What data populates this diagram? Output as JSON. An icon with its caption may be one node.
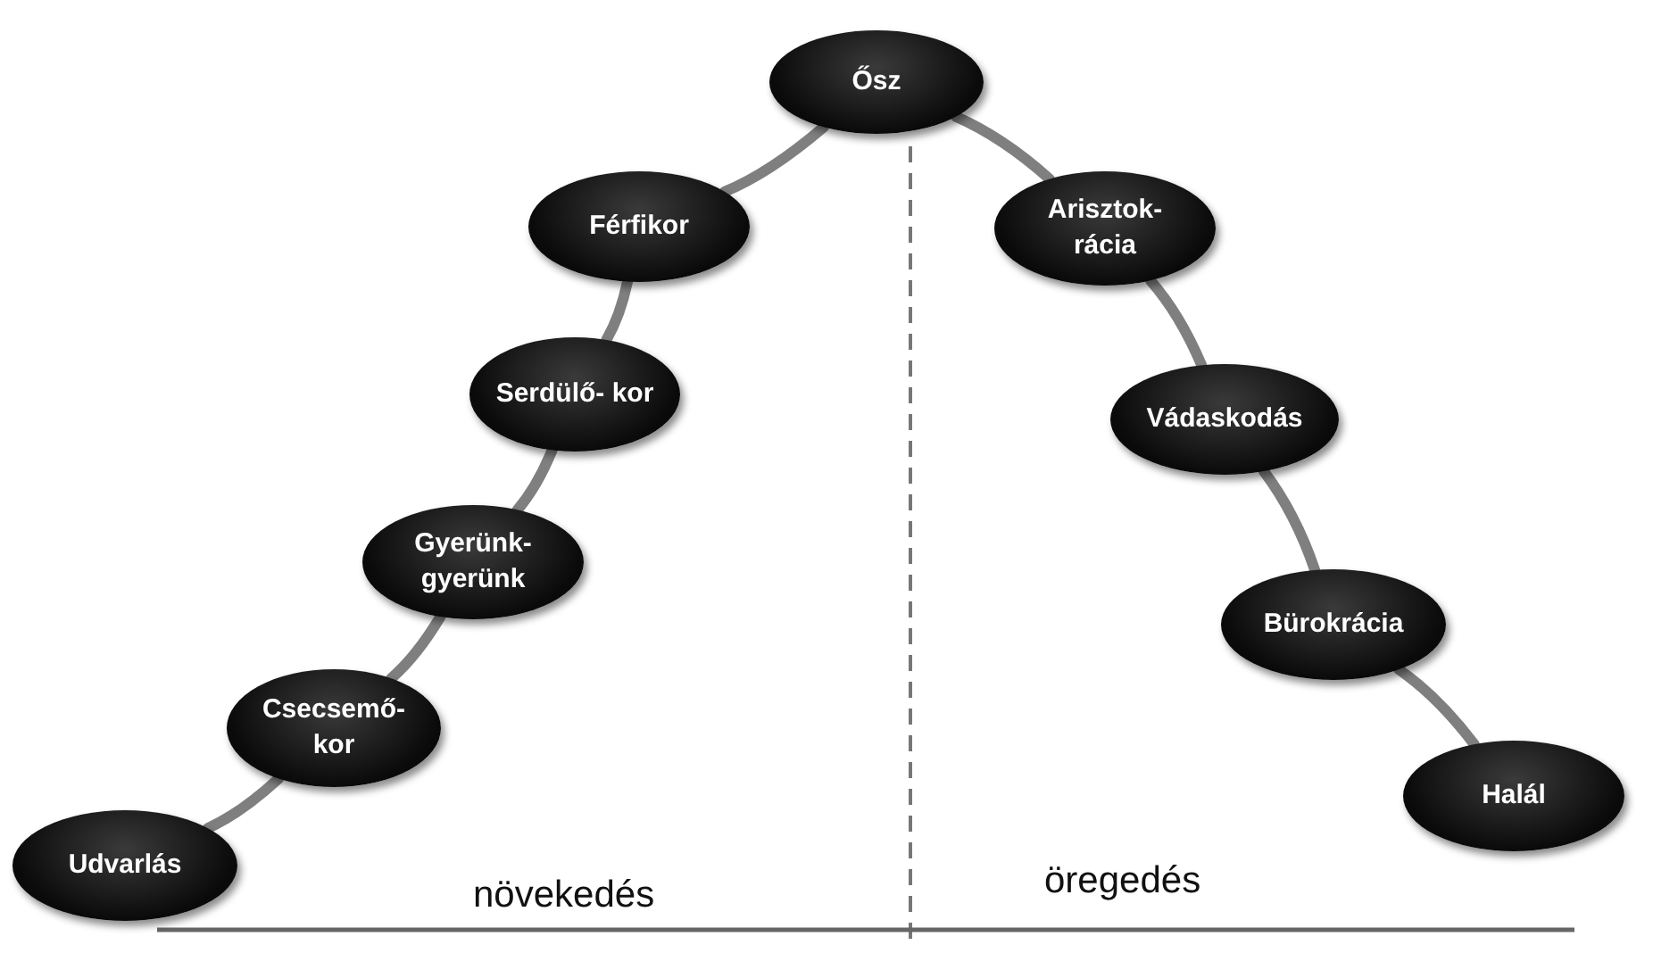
{
  "diagram": {
    "nodes": [
      {
        "text": [
          "Udvarlás"
        ]
      },
      {
        "text": [
          "Csecsemő- kor"
        ]
      },
      {
        "text": [
          "Gyerünk- gyerünk"
        ]
      },
      {
        "text": [
          "Serdülő- kor"
        ]
      },
      {
        "text": [
          "Férfikor"
        ]
      },
      {
        "text": [
          "Ősz"
        ]
      },
      {
        "text": [
          "Arisztok- rácia"
        ]
      },
      {
        "text": [
          "Vádaskodás"
        ]
      },
      {
        "text": [
          "Bürokrácia"
        ]
      },
      {
        "text": [
          "Halál"
        ]
      }
    ],
    "edges": [
      {
        "from": 0,
        "to": 1,
        "arrow": "none"
      },
      {
        "from": 1,
        "to": 2,
        "arrow": "none"
      },
      {
        "from": 2,
        "to": 3,
        "arrow": "none"
      },
      {
        "from": 3,
        "to": 4,
        "arrow": "none"
      },
      {
        "from": 4,
        "to": 5,
        "arrow": "none"
      },
      {
        "from": 5,
        "to": 6,
        "arrow": "none"
      },
      {
        "from": 6,
        "to": 7,
        "arrow": "none"
      },
      {
        "from": 7,
        "to": 8,
        "arrow": "none"
      },
      {
        "from": 8,
        "to": 9,
        "arrow": "none"
      }
    ],
    "labels": [
      "növekedés",
      "öregedés"
    ]
  }
}
